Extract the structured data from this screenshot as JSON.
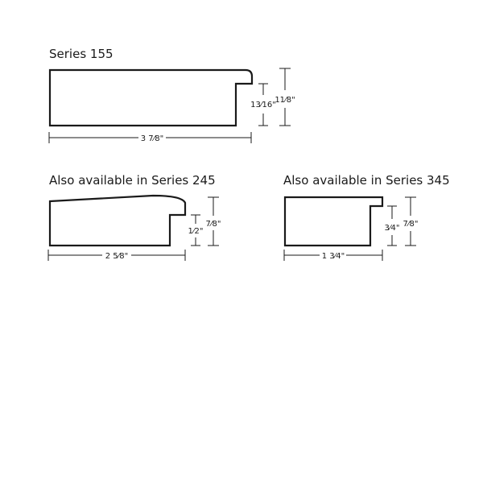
{
  "profiles": [
    {
      "title": "Series 155",
      "width_label": "3 7⁄8\"",
      "height_label": "11⁄8\"",
      "rabbet_label": "13⁄16\""
    },
    {
      "title": "Also available in Series 245",
      "width_label": "2 5⁄8\"",
      "height_label": "7⁄8\"",
      "rabbet_label": "1⁄2\""
    },
    {
      "title": "Also available in Series 345",
      "width_label": "1 3⁄4\"",
      "height_label": "7⁄8\"",
      "rabbet_label": "3⁄4\""
    }
  ],
  "colors": {
    "line": "#1a1a1a",
    "background": "#ffffff"
  }
}
